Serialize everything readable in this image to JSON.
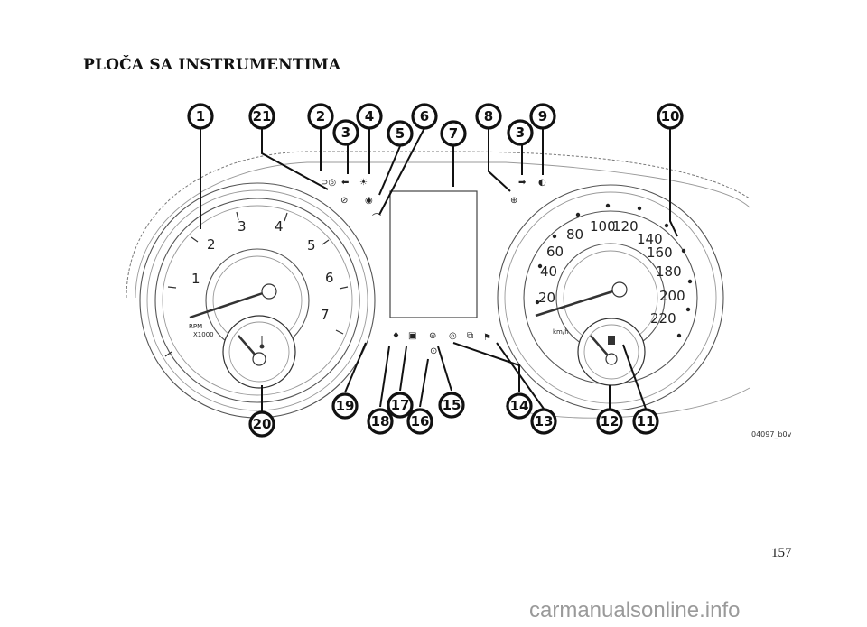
{
  "page": {
    "title": "PLOČA SA INSTRUMENTIMA",
    "page_number": "157",
    "watermark": "carmanualsonline.info",
    "figure_code": "04097_b0v"
  },
  "tachometer": {
    "labels": [
      "1",
      "2",
      "3",
      "4",
      "5",
      "6",
      "7"
    ],
    "rpm_label": "RPM",
    "multiplier_label": "X1000"
  },
  "speedometer": {
    "labels": [
      "20",
      "40",
      "60",
      "80",
      "100",
      "120",
      "140",
      "160",
      "180",
      "200",
      "220"
    ],
    "unit_label": "km/h"
  },
  "callouts": [
    "1",
    "21",
    "2",
    "3",
    "4",
    "5",
    "6",
    "7",
    "8",
    "3",
    "9",
    "10",
    "20",
    "19",
    "18",
    "17",
    "16",
    "15",
    "14",
    "13",
    "12",
    "11"
  ]
}
